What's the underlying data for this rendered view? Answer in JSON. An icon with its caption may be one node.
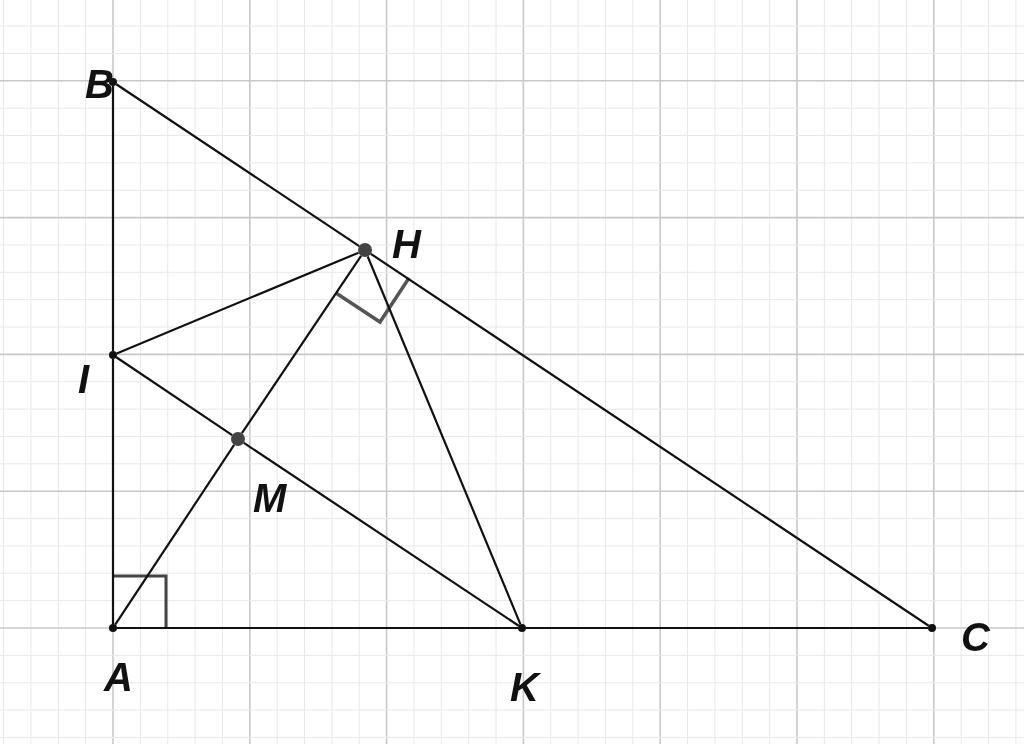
{
  "diagram": {
    "nodes": [
      {
        "text": [
          "B"
        ]
      },
      {
        "text": [
          "H"
        ]
      },
      {
        "text": [
          "I"
        ]
      },
      {
        "text": [
          "M"
        ]
      },
      {
        "text": [
          "A"
        ]
      },
      {
        "text": [
          "K"
        ]
      },
      {
        "text": [
          "C"
        ]
      }
    ],
    "edges": [
      {
        "from": 0,
        "to": 2,
        "arrow": "none"
      },
      {
        "from": 2,
        "to": 4,
        "arrow": "none"
      },
      {
        "from": 0,
        "to": 1,
        "arrow": "none"
      },
      {
        "from": 1,
        "to": 6,
        "arrow": "none"
      },
      {
        "from": 4,
        "to": 5,
        "arrow": "none"
      },
      {
        "from": 5,
        "to": 6,
        "arrow": "none"
      },
      {
        "from": 2,
        "to": 1,
        "arrow": "none"
      },
      {
        "from": 2,
        "to": 3,
        "arrow": "none"
      },
      {
        "from": 3,
        "to": 5,
        "arrow": "none"
      },
      {
        "from": 4,
        "to": 3,
        "arrow": "none"
      },
      {
        "from": 3,
        "to": 1,
        "arrow": "none"
      },
      {
        "from": 1,
        "to": 5,
        "arrow": "none"
      }
    ]
  }
}
